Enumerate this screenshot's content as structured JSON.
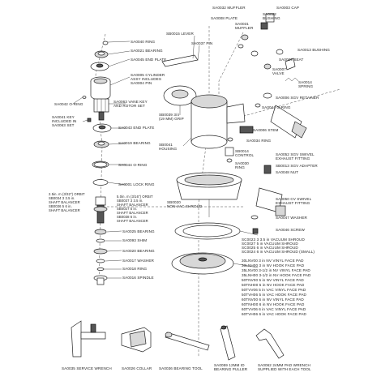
{
  "labels": {
    "sa0040": "SA0040  RING",
    "sa0021": "SA0021  BEARING",
    "sa0045": "SA0045  END PLATE",
    "sa0005_a": "SA0005  CYLINDER",
    "sa0005_b": "ASSY INCLUDES",
    "sa0005_c": "SA0004  PIN",
    "sa0042": "SA0042  O-RING",
    "sa0063_a": "SA0063  VANE KEY",
    "sa0063_b": "AND ROTOR SET",
    "sa0041_a": "SA0041  KEY",
    "sa0041_b": "INCLUDED IN",
    "sa0041_c": "SA0063  SET",
    "sa0043": "SA0043  END PLATE",
    "sa0019": "SA0019  BEARING",
    "sa0044": "SA0044  O-RING",
    "sa0001": "SA0001  LOCK RING",
    "sb0015": "SB0015  LEVER",
    "sa0037": "SA0037  PIN",
    "sb0039_a": "SB0039  3/4",
    "sb0039_b": "(19 MM) GRIP",
    "sb0041_a": "SB0041",
    "sb0041_b": "HOUSING",
    "sb0020_a": "SB0020",
    "sb0020_b": "NON-VAC SHROUD",
    "sa0008": "SA0008  PLATE",
    "sa0032": "SA0032  MUFFLER",
    "sa0003": "SA0003  CAP",
    "sa0031": "SA0031",
    "sa0031b": "MUFFLER",
    "sa0022": "SA0022",
    "sa0022b": "BUSHING",
    "sa0009": "SA0009  SEAT",
    "sa0013": "SA0013  BUSHING",
    "sa0007": "SA0007",
    "sa0007b": "VALVE",
    "sa0014": "SA0014",
    "sa0014b": "SPRING",
    "sa0006_ret": "SA0006  SGV RETAINER",
    "sa0044_ring": "SA0044  O-RING",
    "sa0006_stem": "SA0006  STEM",
    "sa0034": "SA0034  RING",
    "sb0014": "SB0014",
    "sb0014b": "CONTROL",
    "sa0030": "SA0030",
    "sa0030b": "RING",
    "sa0052_a": "SA0052  SGV SWIVEL",
    "sa0052_b": "EXHAUST FITTING",
    "sb0013": "SB0013  SGV ADAPTER",
    "sa0048": "SA0048  NUT",
    "sa0050_a": "SA0050  CV SWIVEL",
    "sa0050_b": "EXHAUST FITTING",
    "sa0047": "SA0047  WASHER",
    "sa0046": "SA0046  SCREW",
    "orb1_a": "2.5in. m (3/32\") ORBIT",
    "orb1_b": "SB0034   3   3.5 in.",
    "orb1_c": "SHAFT BALANCER",
    "orb1_d": "SB0036  5   6 in.",
    "orb1_e": "SHAFT BALANCER",
    "orb2_a": "5.0in. m (3/16\") ORBIT",
    "orb2_b": "SB0037  3   3.5 in.",
    "orb2_c": "SHAFT BALANCER",
    "orb2_d": "SB0027  5 in.",
    "orb2_e": "SHAFT BALANCER",
    "orb2_f": "SB0038  6 in.",
    "orb2_g": "SHAFT BALANCER",
    "sa0025": "SA0025  BEARING",
    "sa0093": "SA0093  SHIM",
    "sa0020": "SA0020  BEARING",
    "sa0017": "SA0017  WASHER",
    "sa0018": "SA0018  RING",
    "sa0016": "SA0016  SPINDLE",
    "shroud_a": "SC0023  3   3.5 in VACUUM SHROUD",
    "shroud_b": "SC0027  5 in  VACUUM SHROUD",
    "shroud_c": "SC0025  6 in  VACUUM SHROUD",
    "shroud_d": "SC0024  6 in  VACUUM SHROUD (SMALL)",
    "pad_1": "30LNV00  3 in  NV VINYL FACE PAD",
    "pad_2": "30LNH00  3 in  NV HOOK FACE PAD",
    "pad_3": "35LNV00  3-1/2 in  NV VINYL FACE PAD",
    "pad_4": "35LNH00  3-1/2 in  NV HOOK FACE PAD",
    "pad_5": "50TNV00  5 in  NV VINYL FACE PAD",
    "pad_6": "50TNH00  5 in  NV HOOK FACE PAD",
    "pad_7": "50TVV06  5 in  VAC VINYL FACE PAD",
    "pad_8": "50TVH06  5 in  VAC HOOK FACE PAD",
    "pad_9": "60TNV00  6 in  NV VINYL FACE PAD",
    "pad_10": "60TNH00  6 in  NV HOOK FACE PAD",
    "pad_11": "60TVV06  6 in  VAC VINYL FACE PAD",
    "pad_12": "60TVH06  6 in  VAC HOOK FACE PAD",
    "tool_1": "SA0035  SERVICE WRENCH",
    "tool_2": "SA0026  COLLAR",
    "tool_3": "SA0036  BEARING TOOL",
    "tool_4_a": "SA0059  12MM ID",
    "tool_4_b": "BEARING PULLER",
    "tool_5_a": "SA0062  24MM PAD WRENCH",
    "tool_5_b": "SUPPLIED WITH EACH TOOL"
  }
}
